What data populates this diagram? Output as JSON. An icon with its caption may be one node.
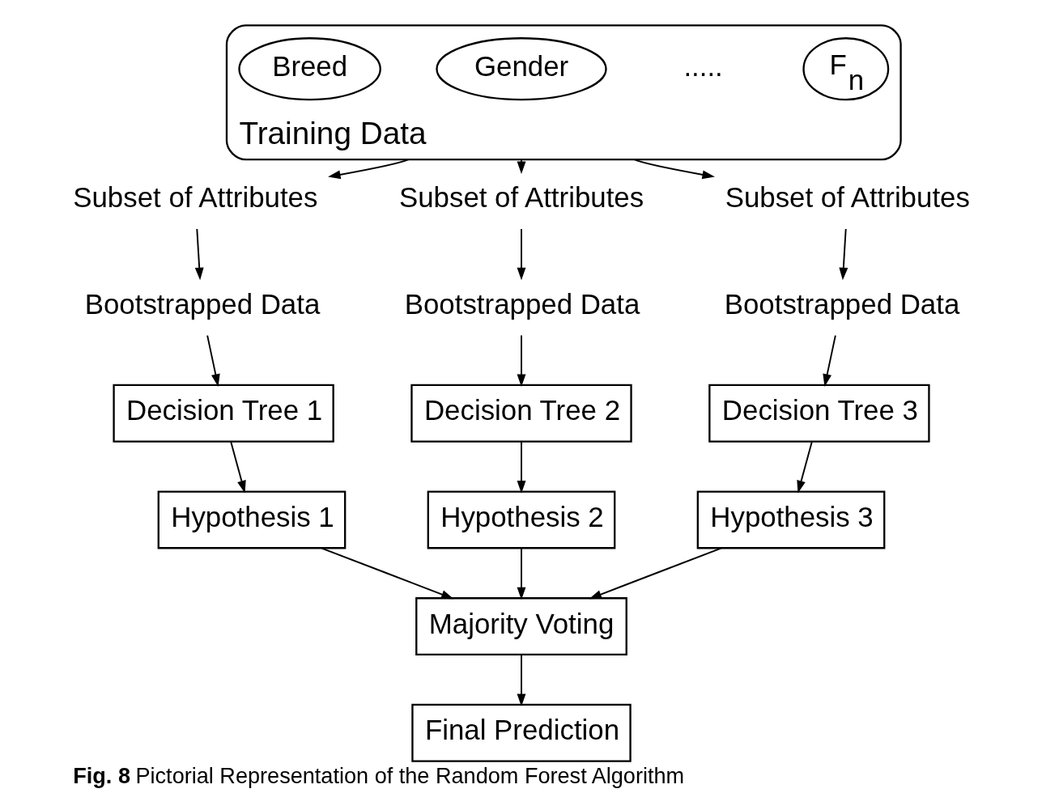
{
  "diagram": {
    "caption": "**Fig. 8** Pictorial Representation of the Random Forest Algorithm",
    "nodes": [
      {
        "text": [
          "Training Data"
        ]
      },
      {
        "text": [
          "Breed"
        ],
        "in": 0
      },
      {
        "text": [
          "Gender"
        ],
        "in": 0
      },
      {
        "text": [
          "F$_{n}$"
        ],
        "in": 0
      },
      {
        "text": [
          "Subset of Attributes"
        ]
      },
      {
        "text": [
          "Subset of Attributes"
        ]
      },
      {
        "text": [
          "Subset of Attributes"
        ]
      },
      {
        "text": [
          "Bootstrapped Data"
        ]
      },
      {
        "text": [
          "Bootstrapped Data"
        ]
      },
      {
        "text": [
          "Bootstrapped Data"
        ]
      },
      {
        "text": [
          "Decision Tree 1"
        ]
      },
      {
        "text": [
          "Decision Tree 2"
        ]
      },
      {
        "text": [
          "Decision Tree 3"
        ]
      },
      {
        "text": [
          "Hypothesis 1"
        ]
      },
      {
        "text": [
          "Hypothesis 2"
        ]
      },
      {
        "text": [
          "Hypothesis 3"
        ]
      },
      {
        "text": [
          "Majority Voting"
        ]
      },
      {
        "text": [
          "Final Prediction"
        ]
      }
    ],
    "edges": [
      {
        "from": 0,
        "to": 4,
        "arrow": "to"
      },
      {
        "from": 0,
        "to": 5,
        "arrow": "to"
      },
      {
        "from": 0,
        "to": 6,
        "arrow": "to"
      },
      {
        "from": 4,
        "to": 7,
        "arrow": "to"
      },
      {
        "from": 5,
        "to": 8,
        "arrow": "to"
      },
      {
        "from": 6,
        "to": 9,
        "arrow": "to"
      },
      {
        "from": 7,
        "to": 10,
        "arrow": "to"
      },
      {
        "from": 8,
        "to": 11,
        "arrow": "to"
      },
      {
        "from": 9,
        "to": 12,
        "arrow": "to"
      },
      {
        "from": 10,
        "to": 13,
        "arrow": "to"
      },
      {
        "from": 11,
        "to": 14,
        "arrow": "to"
      },
      {
        "from": 12,
        "to": 15,
        "arrow": "to"
      },
      {
        "from": 13,
        "to": 16,
        "arrow": "to"
      },
      {
        "from": 14,
        "to": 16,
        "arrow": "to"
      },
      {
        "from": 15,
        "to": 16,
        "arrow": "to"
      },
      {
        "from": 16,
        "to": 17,
        "arrow": "to"
      }
    ],
    "labels": [
      "....."
    ]
  }
}
